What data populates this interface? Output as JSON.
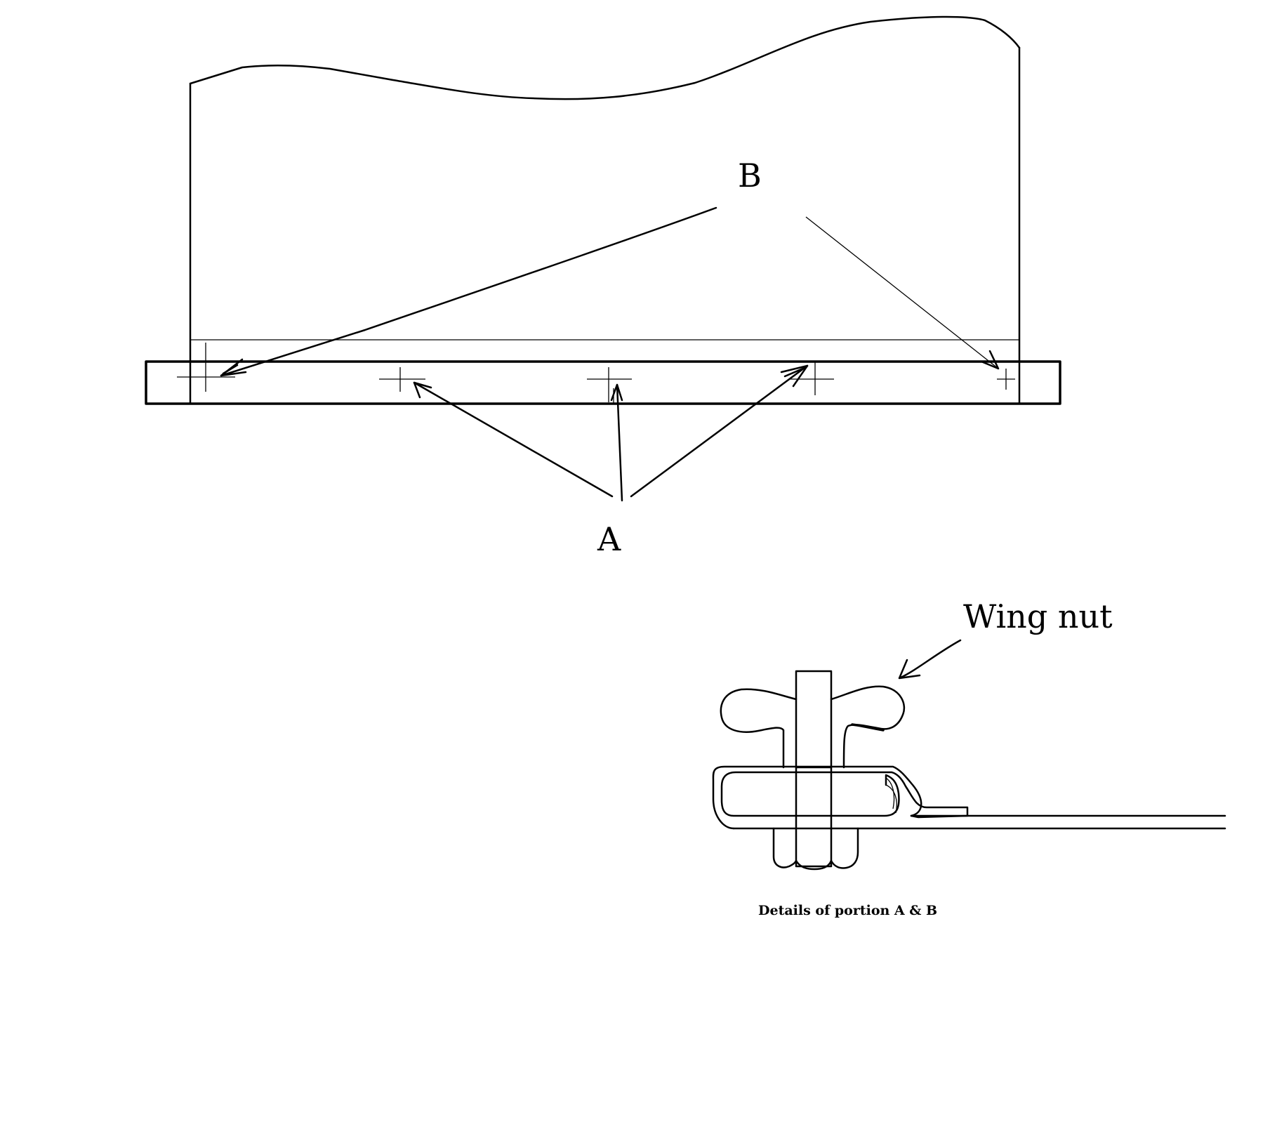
{
  "labels": {
    "b": "B",
    "a": "A",
    "wing_nut": "Wing nut",
    "caption": "Details of portion A & B"
  }
}
